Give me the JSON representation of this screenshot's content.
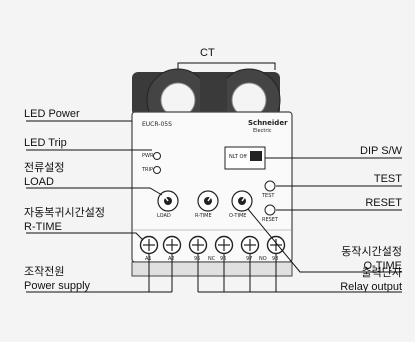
{
  "labels": {
    "ct": "CT",
    "led_power": "LED Power",
    "led_trip": "LED Trip",
    "load_ko": "전류설정",
    "load_en": "LOAD",
    "rtime_ko": "자동복귀시간설정",
    "rtime_en": "R-TIME",
    "power_ko": "조작전원",
    "power_en": "Power supply",
    "dip": "DIP S/W",
    "test": "TEST",
    "reset": "RESET",
    "otime_ko": "동작시간설정",
    "otime_en": "O-TIME",
    "relay_ko": "출력단자",
    "relay_en": "Relay output"
  },
  "device": {
    "model": "EUCR-05S",
    "brand": "Schneider",
    "brand_sub": "Electric",
    "led1": "PWR",
    "led2": "TRIP",
    "dip_text": "NLT Off",
    "test_btn": "TEST",
    "reset_btn": "RESET",
    "knob_load": "LOAD",
    "knob_rtime": "R-TIME",
    "knob_otime": "O-TIME",
    "terminals": [
      "A1",
      "A2",
      "95",
      "NC",
      "96",
      "97",
      "NO",
      "98"
    ]
  }
}
